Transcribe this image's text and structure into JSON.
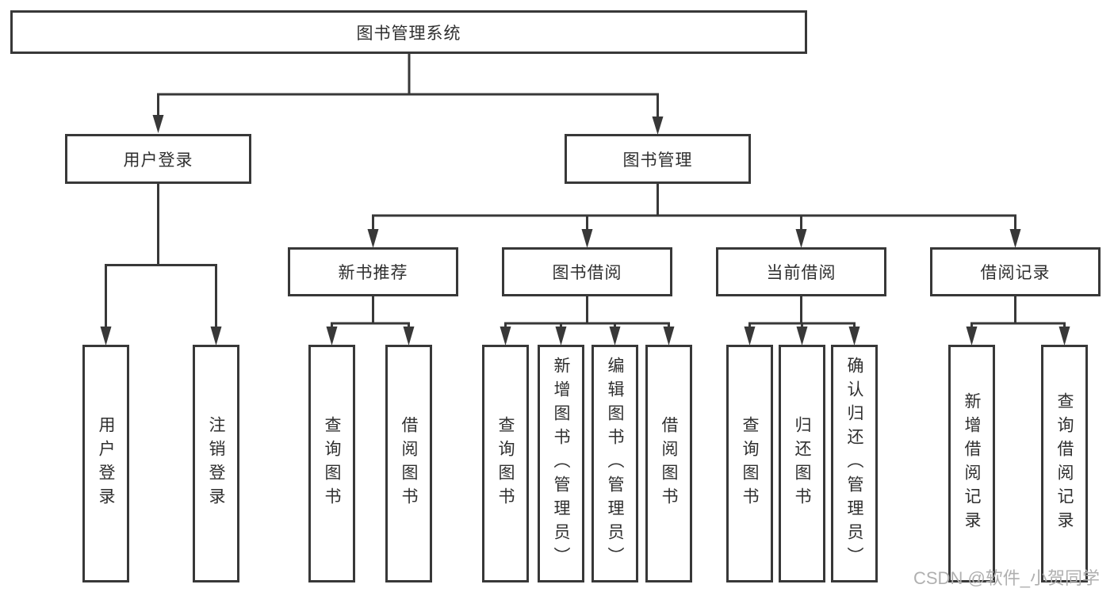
{
  "diagram": {
    "title": "图书管理系统",
    "root": {
      "label": "图书管理系统"
    },
    "level2": [
      {
        "label": "用户登录"
      },
      {
        "label": "图书管理"
      }
    ],
    "level3": [
      {
        "label": "新书推荐"
      },
      {
        "label": "图书借阅"
      },
      {
        "label": "当前借阅"
      },
      {
        "label": "借阅记录"
      }
    ],
    "leaves": {
      "user_login": [
        {
          "label": "用户登录"
        },
        {
          "label": "注销登录"
        }
      ],
      "new_book": [
        {
          "label": "查询图书"
        },
        {
          "label": "借阅图书"
        }
      ],
      "book_borrow": [
        {
          "label": "查询图书"
        },
        {
          "label": "新增图书（管理员）"
        },
        {
          "label": "编辑图书（管理员）"
        },
        {
          "label": "借阅图书"
        }
      ],
      "current_borrow": [
        {
          "label": "查询图书"
        },
        {
          "label": "归还图书"
        },
        {
          "label": "确认归还（管理员）"
        }
      ],
      "borrow_record": [
        {
          "label": "新增借阅记录"
        },
        {
          "label": "查询借阅记录"
        }
      ]
    }
  },
  "watermark": {
    "text": "CSDN @软件_小贺同学"
  },
  "colors": {
    "line": "#383838",
    "box_border": "#383838",
    "text": "#2f2f2f",
    "background": "#ffffff",
    "watermark": "#b0b0b0"
  }
}
